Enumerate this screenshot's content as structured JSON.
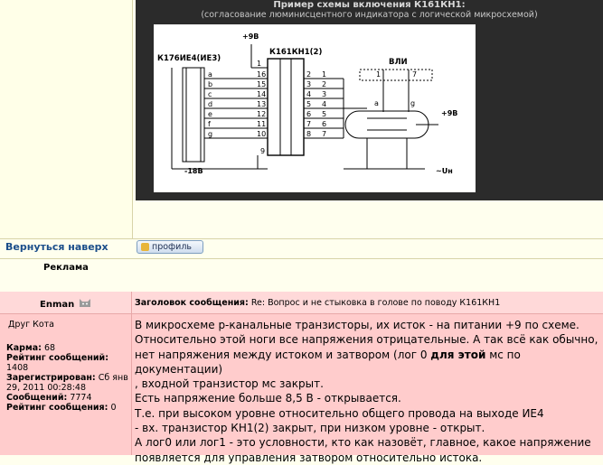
{
  "post1": {
    "image": {
      "caption_title": "Пример схемы включения К161КН1:",
      "caption_sub": "(согласование люминисцентного индикатора с логической  микросхемой)",
      "chip_left_label": "К176ИЕ4(ИЕ3)",
      "chip_mid_label": "К161КН1(2)",
      "vli_label": "ВЛИ",
      "plus9_top": "+9В",
      "plus9_right": "+9В",
      "minus18": "-18В",
      "un_label": "~Uн",
      "seg_letters": [
        "a",
        "b",
        "c",
        "d",
        "e",
        "f",
        "g"
      ],
      "left_pins": [
        "1",
        "16",
        "15",
        "14",
        "13",
        "12",
        "11",
        "10",
        "9"
      ],
      "right_pins": [
        "2",
        "3",
        "4",
        "5",
        "6",
        "7",
        "8"
      ],
      "out_pins": [
        "1",
        "2",
        "3",
        "4",
        "5",
        "6",
        "7"
      ],
      "vli_pins": [
        "1",
        "7"
      ],
      "vli_grid": [
        "a",
        "g"
      ]
    }
  },
  "nav": {
    "back_to_top": "Вернуться наверх",
    "profile_label": "профиль"
  },
  "ad": {
    "title": "Реклама"
  },
  "post2": {
    "author": "Enman",
    "subject_label": "Заголовок сообщения:",
    "subject_text": "Re: Вопрос и не стыковка в голове по поводу К161КН1",
    "rank": "Друг Кота",
    "stats": {
      "karma_label": "Карма:",
      "karma_value": "68",
      "rating_label": "Рейтинг сообщений:",
      "rating_value": "1408",
      "registered_label": "Зарегистрирован:",
      "registered_value": "Сб янв 29, 2011 00:28:48",
      "posts_label": "Сообщений:",
      "posts_value": "7774",
      "post_rating_label": "Рейтинг сообщения:",
      "post_rating_value": "0"
    },
    "body": {
      "line1": "В микросхеме р-канальные транзисторы, их исток - на питании +9 по схеме.",
      "line2": "Относительно этой ноги все напряжения отрицательные. А так всё как обычно,",
      "line3a": "нет напряжения между истоком и затвором (лог 0 ",
      "line3b": "для этой",
      "line3c": " мс по документации)",
      "line4": ", входной транзистор мс закрыт.",
      "line5": "Есть напряжение больше 8,5 В - открывается.",
      "line6": "Т.е. при высоком уровне относительно общего провода на выходе ИЕ4",
      "line7": "- вх. транзистор КН1(2) закрыт, при низком уровне - открыт.",
      "line8": "А лог0 или лог1 - это условности, кто как назовёт, главное, какое напряжение",
      "line9": "появляется для управления затвором относительно истока."
    }
  }
}
